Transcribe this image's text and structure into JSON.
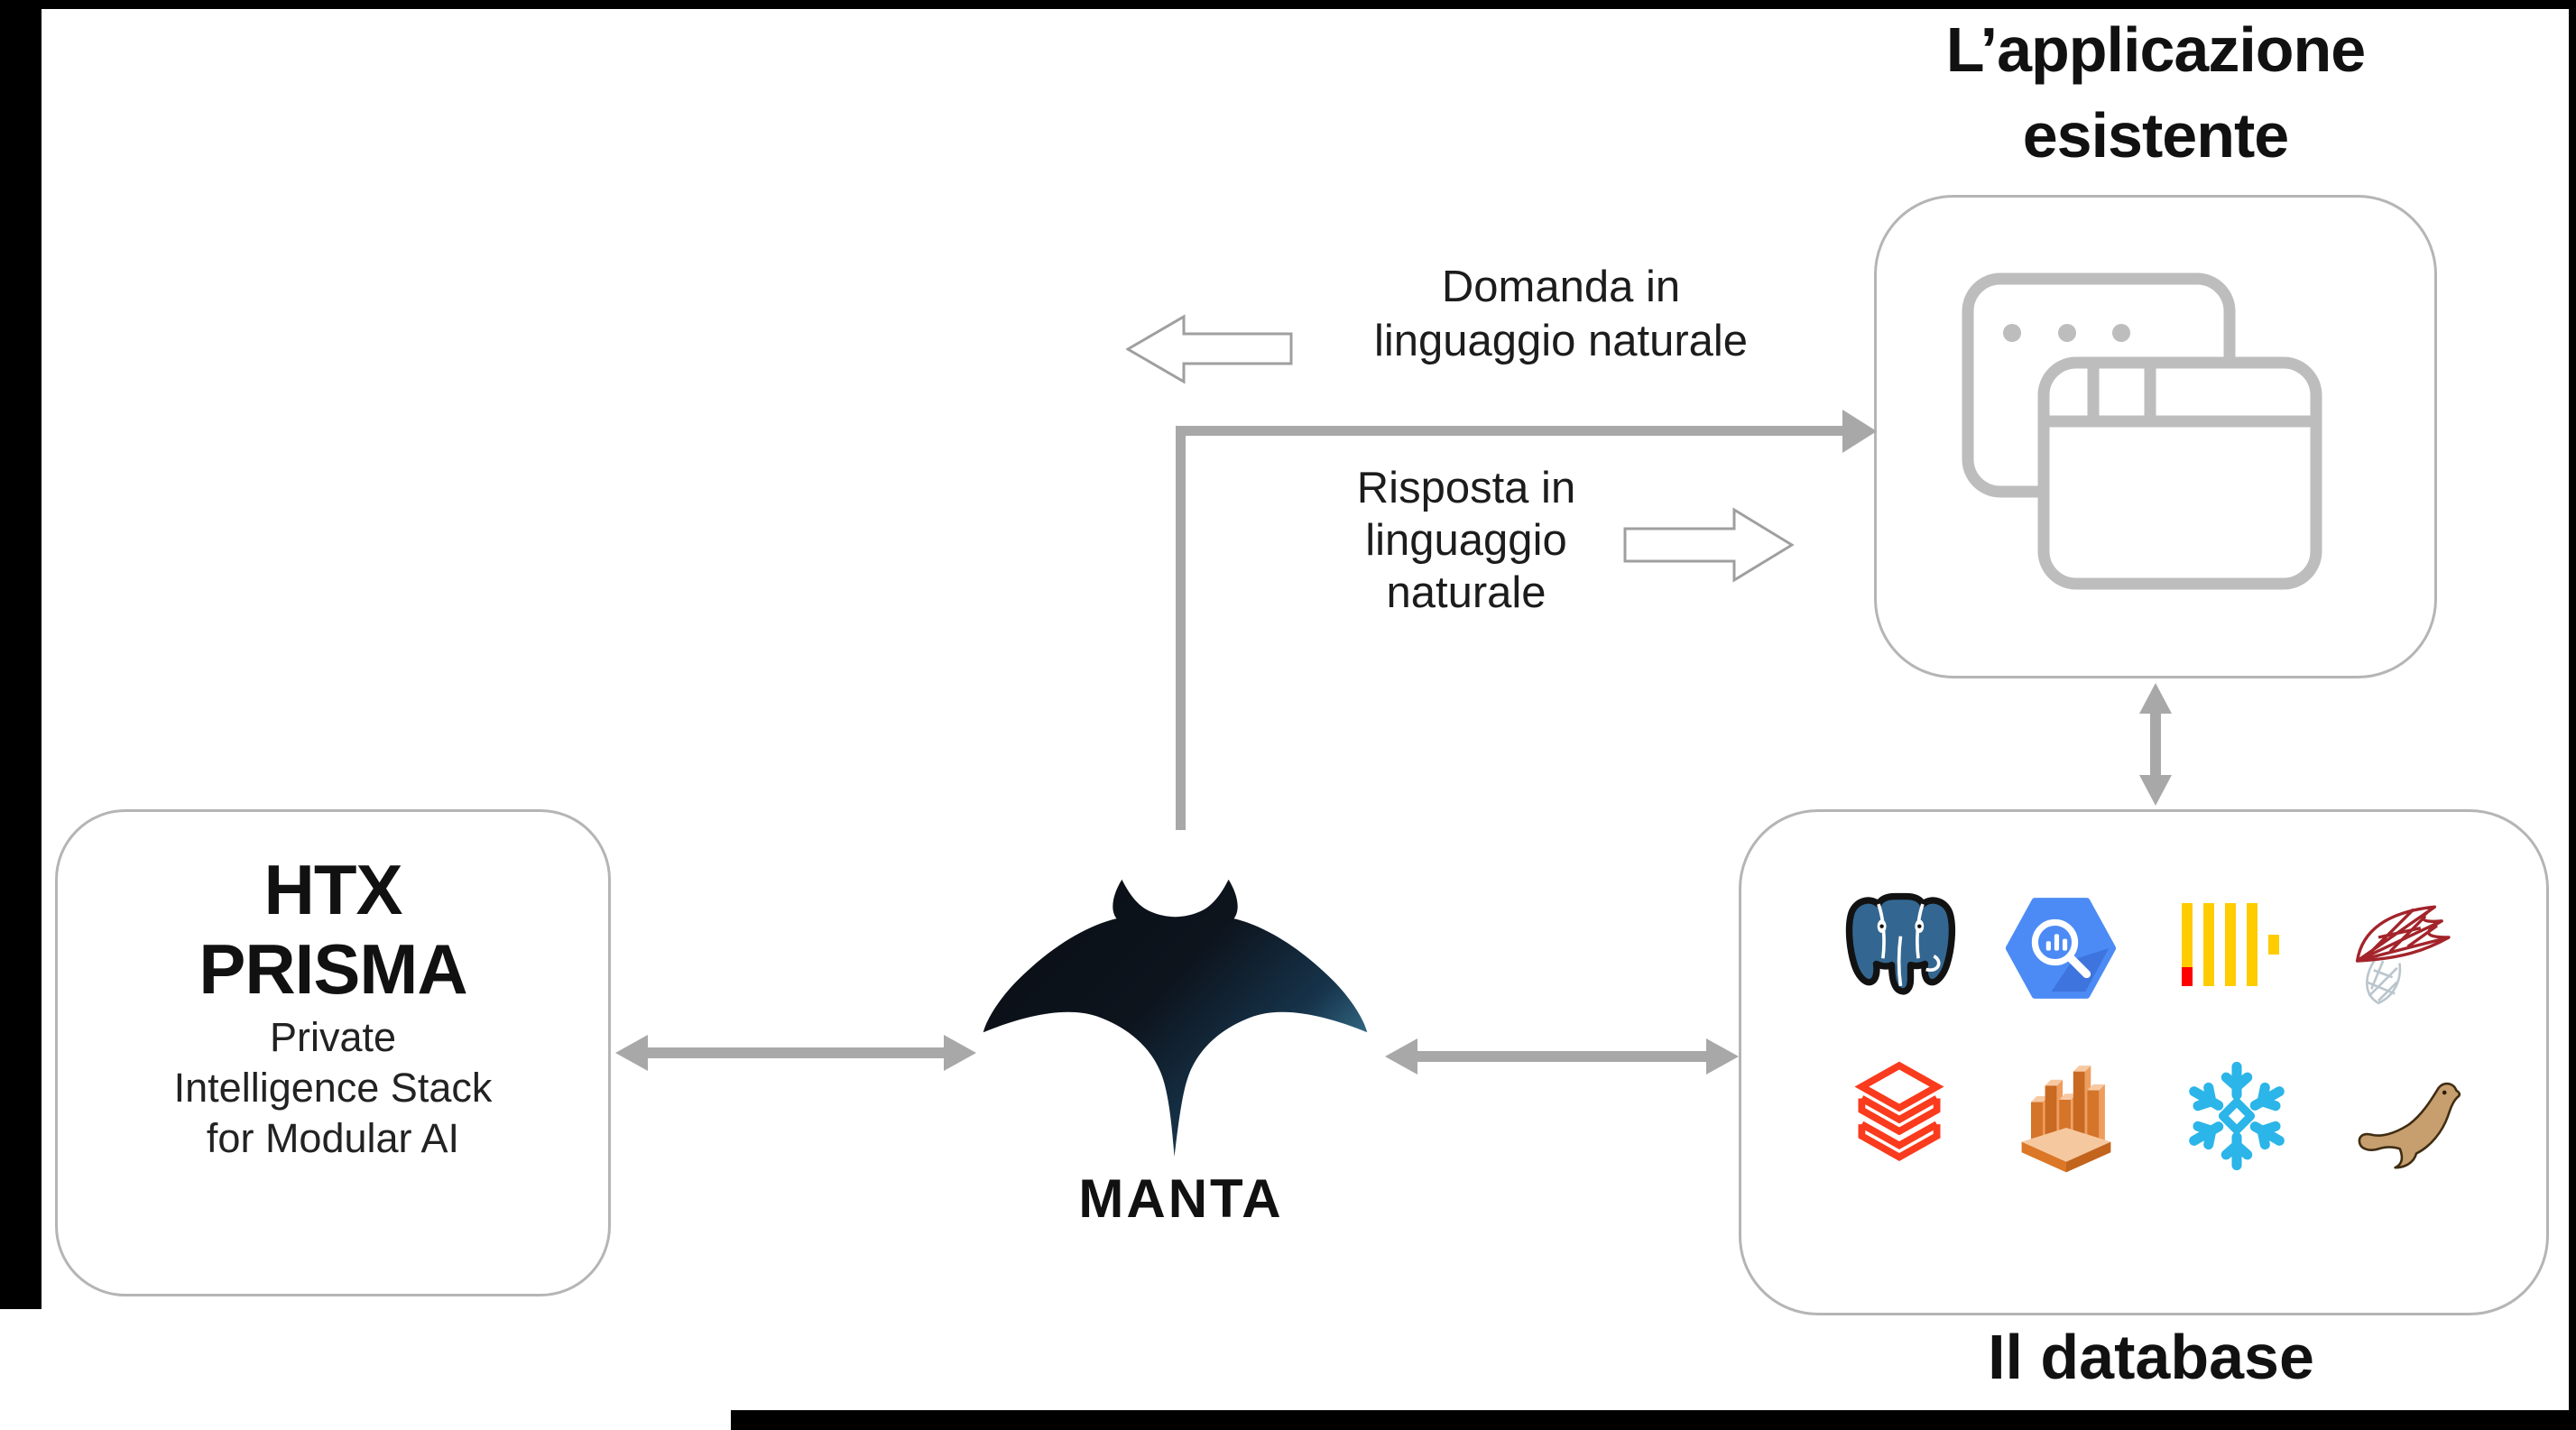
{
  "left_panel": {
    "title_line1": "HTX",
    "title_line2": "PRISMA",
    "subtitle_line1": "Private",
    "subtitle_line2": "Intelligence Stack",
    "subtitle_line3": "for Modular AI"
  },
  "manta": {
    "label": "MANTA"
  },
  "app_panel": {
    "title_line1": "L’applicazione",
    "title_line2": "esistente",
    "icon": "overlapping-browser-windows"
  },
  "db_panel": {
    "title": "Il database",
    "logos_row1": [
      "PostgreSQL",
      "Google BigQuery",
      "ClickHouse",
      "Microsoft SQL Server"
    ],
    "logos_row2": [
      "Databricks",
      "Amazon Redshift",
      "Snowflake",
      "MariaDB"
    ]
  },
  "flows": {
    "question_line1": "Domanda in",
    "question_line2": "linguaggio naturale",
    "answer_line1": "Risposta in",
    "answer_line2": "linguaggio",
    "answer_line3": "naturale"
  },
  "palette": {
    "frame_black": "#000000",
    "box_border_gray": "#b5b5b5",
    "arrow_gray": "#a8a8a8",
    "window_icon_gray": "#bdbdbd",
    "text_dark": "#161616",
    "postgres_blue": "#336791",
    "bigquery_blue": "#4c8bf5",
    "clickhouse_yellow": "#ffcc00",
    "clickhouse_red": "#ff0000",
    "sqlserver_red": "#a3242b",
    "sqlserver_silver": "#bac5cc",
    "databricks_red": "#fa3b1d",
    "redshift_orange": "#d4752a",
    "snowflake_blue": "#2bb5e8",
    "mariadb_tan": "#c79e6e",
    "manta_dark": "#0d141d",
    "manta_blue": "#3f7d9b"
  }
}
